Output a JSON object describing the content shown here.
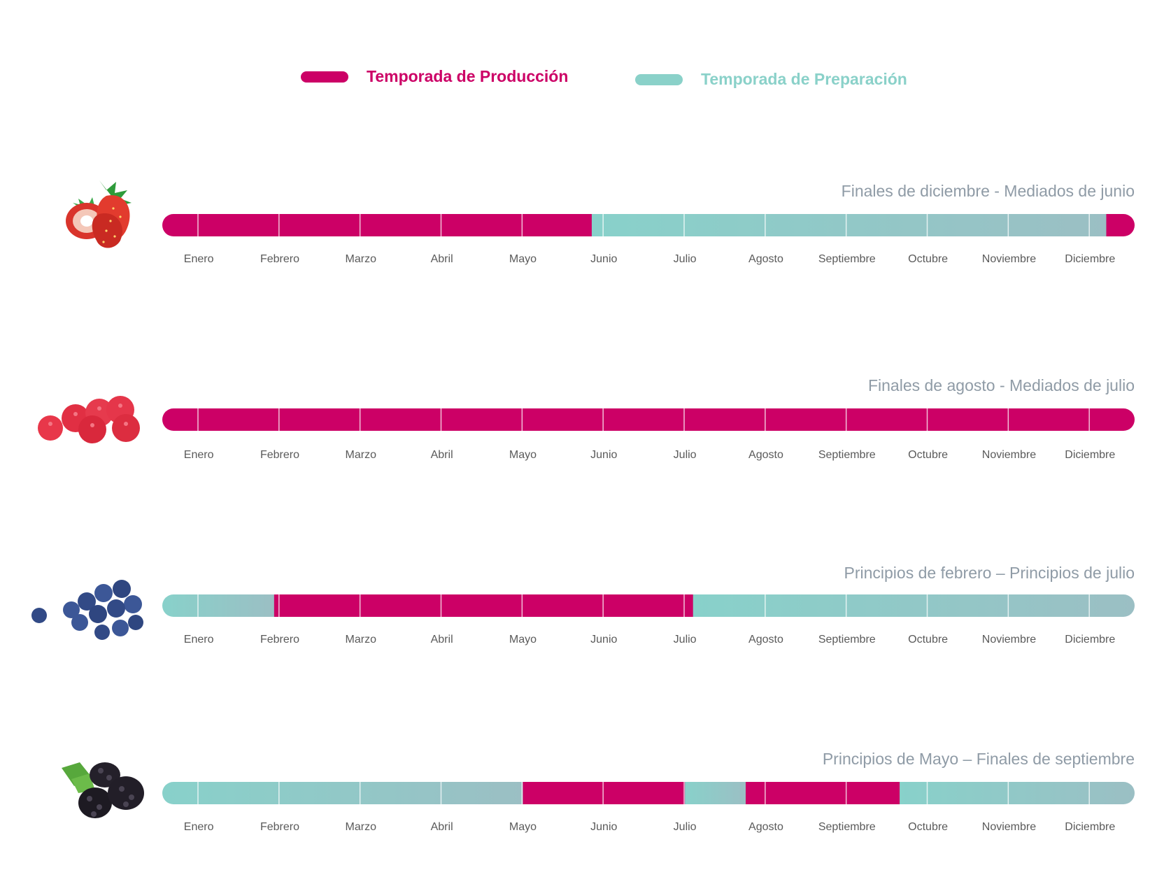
{
  "legend": {
    "production": {
      "label": "Temporada de Producción",
      "color": "#cc0066"
    },
    "preparation": {
      "label": "Temporada de Preparación",
      "color": "#8ad1c9"
    }
  },
  "colors": {
    "production": "#cc0066",
    "preparation_light": "#88d1ca",
    "preparation_dark": "#9bbfc4",
    "month_label": "#5a5a5a",
    "period_label": "#8f9ba6"
  },
  "chart_data": {
    "type": "gantt",
    "x_unit": "month",
    "x_categories": [
      "Enero",
      "Febrero",
      "Marzo",
      "Abril",
      "Mayo",
      "Junio",
      "Julio",
      "Agosto",
      "Septiembre",
      "Octubre",
      "Noviembre",
      "Diciembre"
    ],
    "rows": [
      {
        "fruit_icon": "strawberry-icon",
        "period": "Finales de diciembre - Mediados de junio",
        "segments": [
          {
            "season": "production",
            "start": 0,
            "end": 5.3
          },
          {
            "season": "preparation",
            "start": 5.3,
            "end": 11.65
          },
          {
            "season": "production",
            "start": 11.65,
            "end": 12
          }
        ]
      },
      {
        "fruit_icon": "raspberry-icon",
        "period": "Finales de agosto - Mediados de julio",
        "segments": [
          {
            "season": "production",
            "start": 0,
            "end": 12
          }
        ]
      },
      {
        "fruit_icon": "blueberry-icon",
        "period": "Principios de febrero – Principios de julio",
        "segments": [
          {
            "season": "preparation",
            "start": 0,
            "end": 1.38
          },
          {
            "season": "production",
            "start": 1.38,
            "end": 6.55
          },
          {
            "season": "preparation",
            "start": 6.55,
            "end": 12
          }
        ]
      },
      {
        "fruit_icon": "blackberry-icon",
        "period": "Principios de Mayo – Finales de septiembre",
        "segments": [
          {
            "season": "preparation",
            "start": 0,
            "end": 4.45
          },
          {
            "season": "production",
            "start": 4.45,
            "end": 6.45
          },
          {
            "season": "preparation",
            "start": 6.45,
            "end": 7.2
          },
          {
            "season": "production",
            "start": 7.2,
            "end": 9.1
          },
          {
            "season": "preparation",
            "start": 9.1,
            "end": 12
          }
        ]
      }
    ]
  }
}
